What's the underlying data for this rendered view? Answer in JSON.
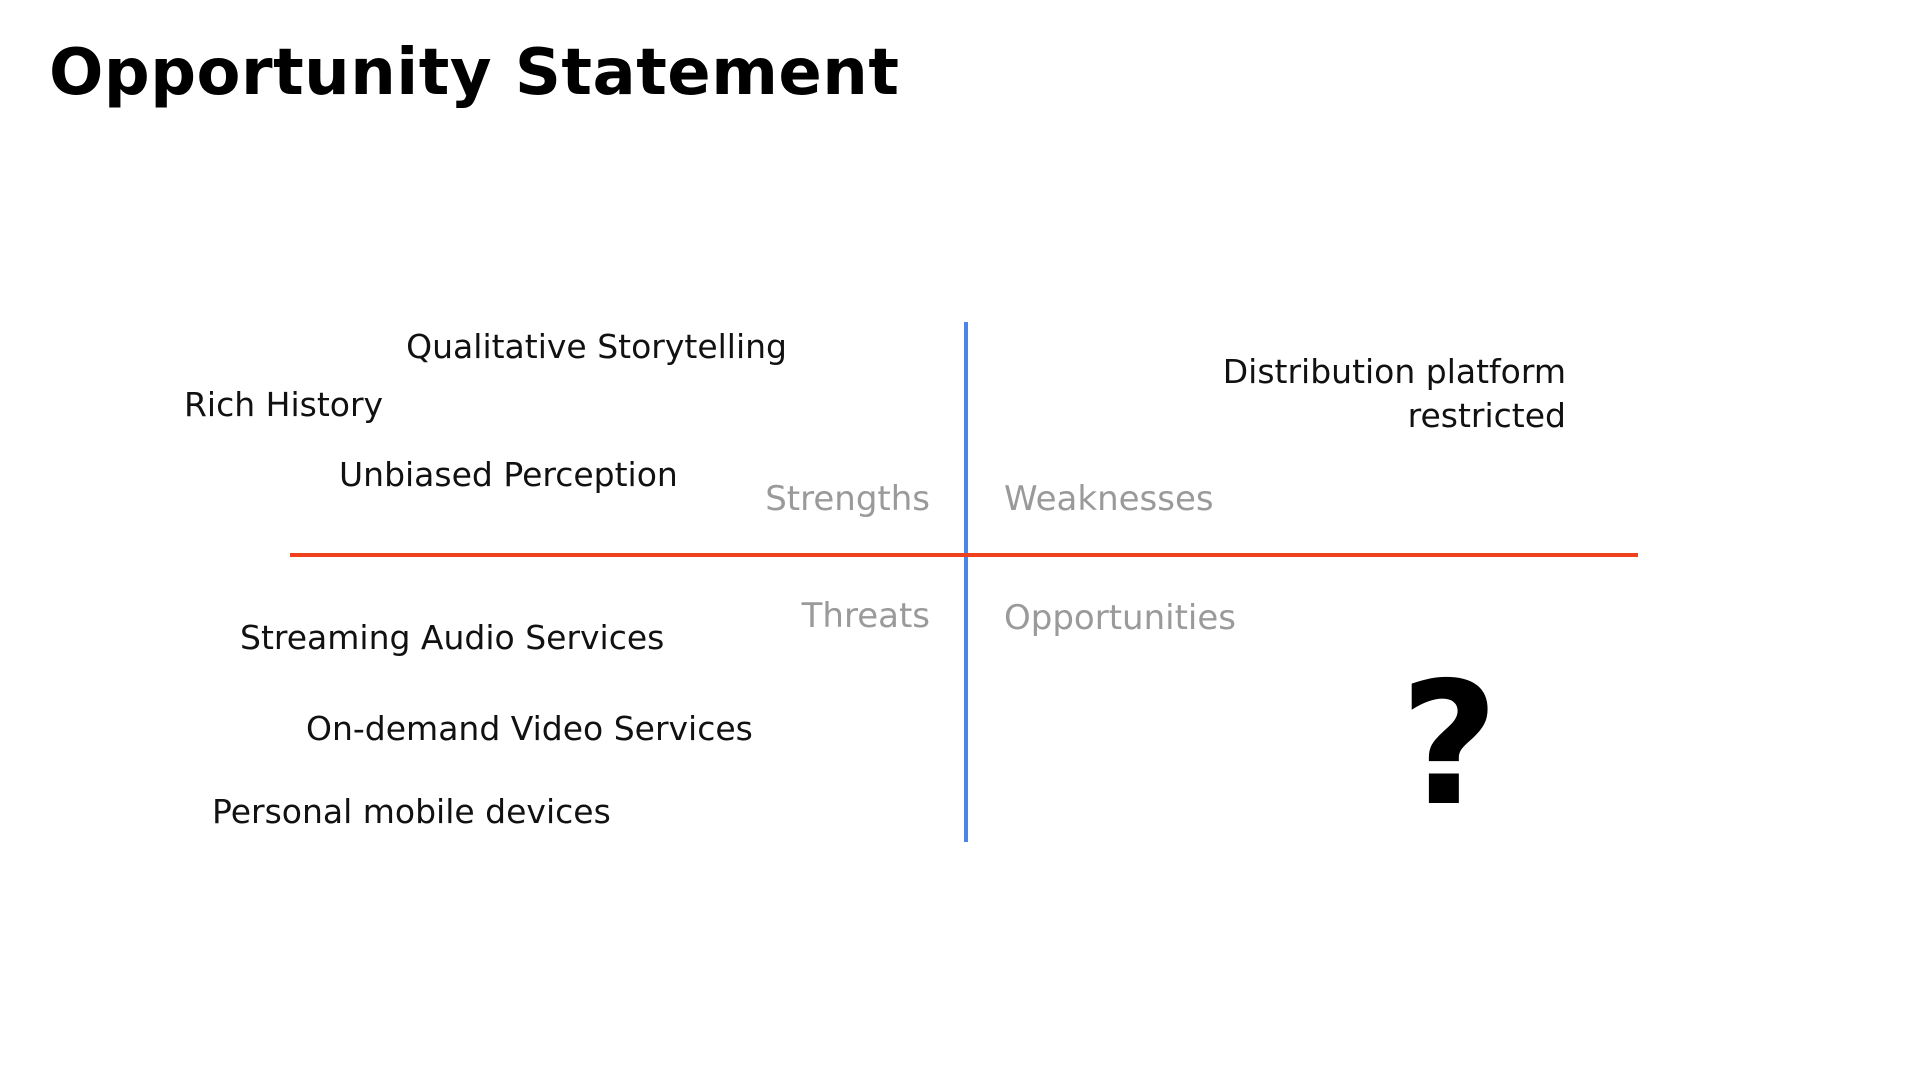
{
  "slide": {
    "title": "Opportunity Statement"
  },
  "swot": {
    "colors": {
      "vertical_axis": "#4a86e8",
      "horizontal_axis": "#f0411e",
      "quadrant_label": "#9a9a9a",
      "item_text": "#111111"
    },
    "labels": {
      "strengths": "Strengths",
      "weaknesses": "Weaknesses",
      "threats": "Threats",
      "opportunities": "Opportunities"
    },
    "strengths": [
      "Qualitative Storytelling",
      "Rich History",
      "Unbiased Perception"
    ],
    "weaknesses": [
      "Distribution platform restricted"
    ],
    "threats": [
      "Streaming Audio Services",
      "On-demand Video Services",
      "Personal mobile devices"
    ],
    "opportunities_placeholder": "?"
  }
}
